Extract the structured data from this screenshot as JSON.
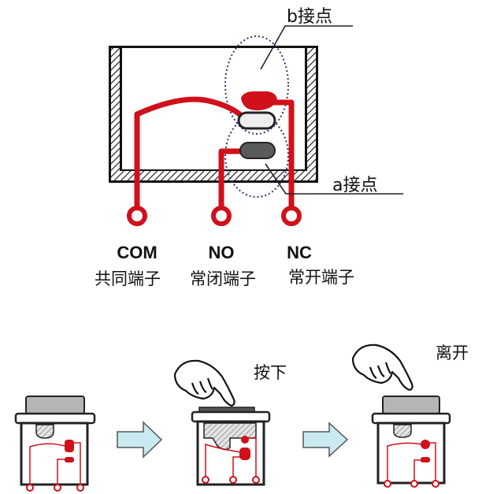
{
  "diagram": {
    "labels": {
      "b_contact": "b接点",
      "a_contact": "a接点"
    },
    "terminals": [
      {
        "code": "COM",
        "name": "共同端子"
      },
      {
        "code": "NO",
        "name": "常闭端子"
      },
      {
        "code": "NC",
        "name": "常开端子"
      }
    ],
    "actions": {
      "press": "按下",
      "release": "离开"
    },
    "colors": {
      "wire": "#d0101a",
      "contact_dark": "#5a5a5a",
      "contact_light": "#eeeeee",
      "arrow_fill": "#c9eaf0",
      "button_cap": "#b5b5b5",
      "outline": "#111111",
      "ellipse_dots": "#2a3a6a"
    },
    "icons": [
      "hand-pointer-icon",
      "right-arrow-icon"
    ]
  }
}
